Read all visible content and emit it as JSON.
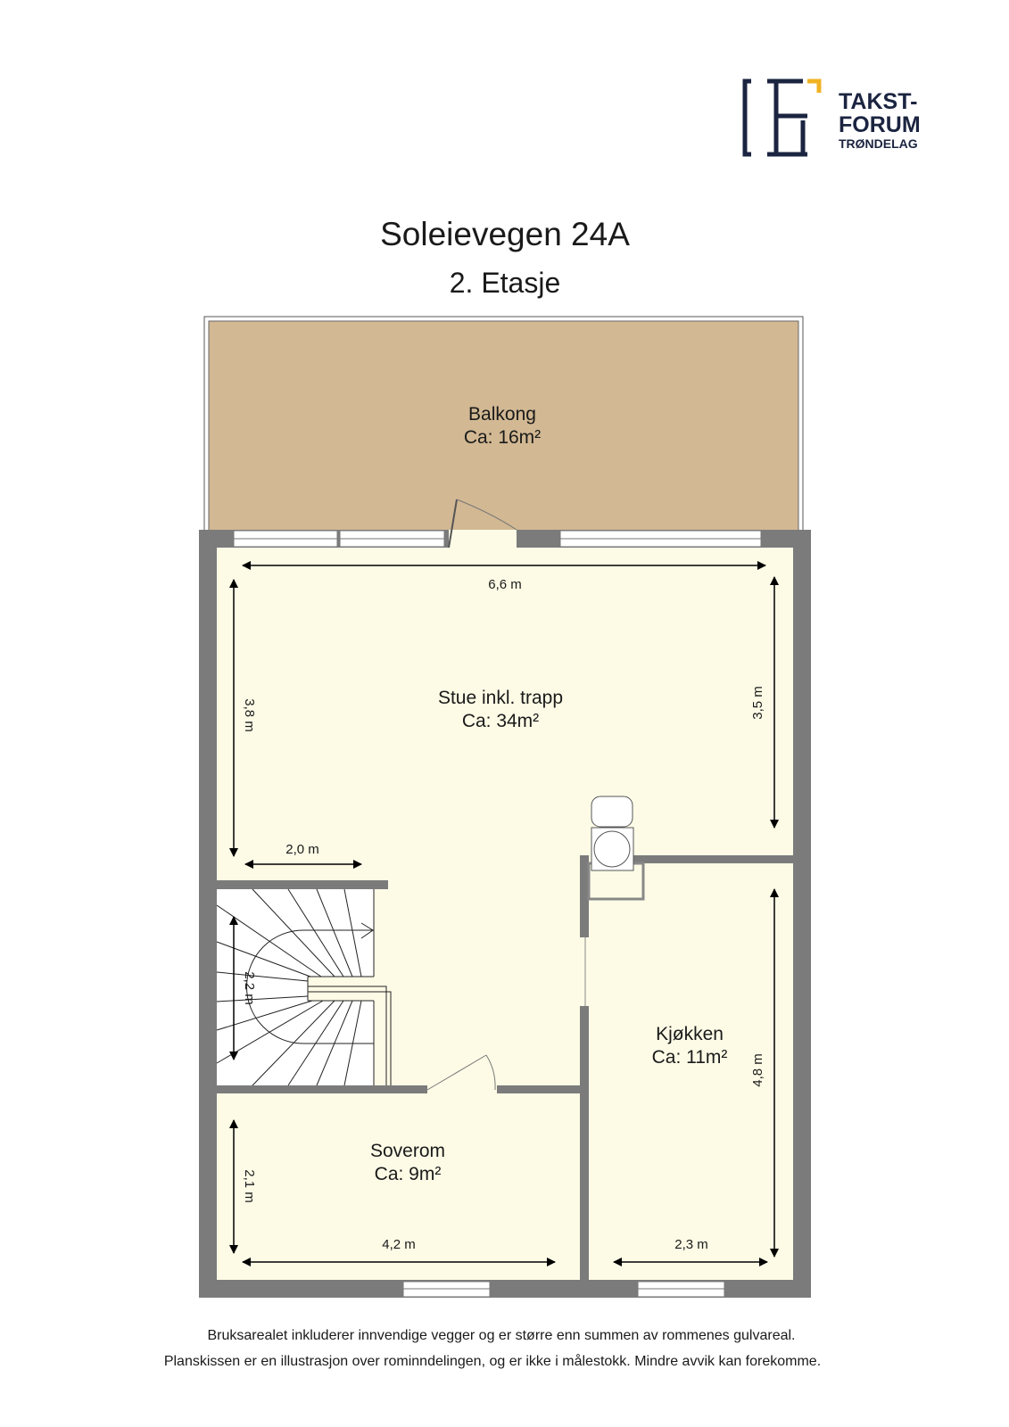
{
  "logo": {
    "line1": "TAKST-",
    "line2": "FORUM",
    "line3": "TRØNDELAG",
    "navy": "#1b2440",
    "accent": "#f0b323"
  },
  "header": {
    "title": "Soleievegen 24A",
    "floor": "2. Etasje"
  },
  "colors": {
    "floor": "#fdfbe6",
    "wall": "#7b7b7b",
    "balcony": "#d2b893"
  },
  "rooms": {
    "balkong": {
      "name": "Balkong",
      "area": "Ca: 16m²"
    },
    "stue": {
      "name": "Stue inkl. trapp",
      "area": "Ca: 34m²"
    },
    "kjokken": {
      "name": "Kjøkken",
      "area": "Ca: 11m²"
    },
    "soverom": {
      "name": "Soverom",
      "area": "Ca: 9m²"
    }
  },
  "dimensions": {
    "stue_width": "6,6 m",
    "stue_left_height": "3,8 m",
    "stue_right_height": "3,5 m",
    "stair_landing_width": "2,0 m",
    "stair_height": "2,2 m",
    "kjokken_height": "4,8 m",
    "kjokken_width": "2,3 m",
    "soverom_height": "2,1 m",
    "soverom_width": "4,2 m"
  },
  "footer": {
    "line1": "Bruksarealet inkluderer innvendige vegger og er større enn summen av rommenes gulvareal.",
    "line2": "Planskissen er en illustrasjon over rominndelingen, og er ikke i målestokk. Mindre avvik kan forekomme."
  }
}
